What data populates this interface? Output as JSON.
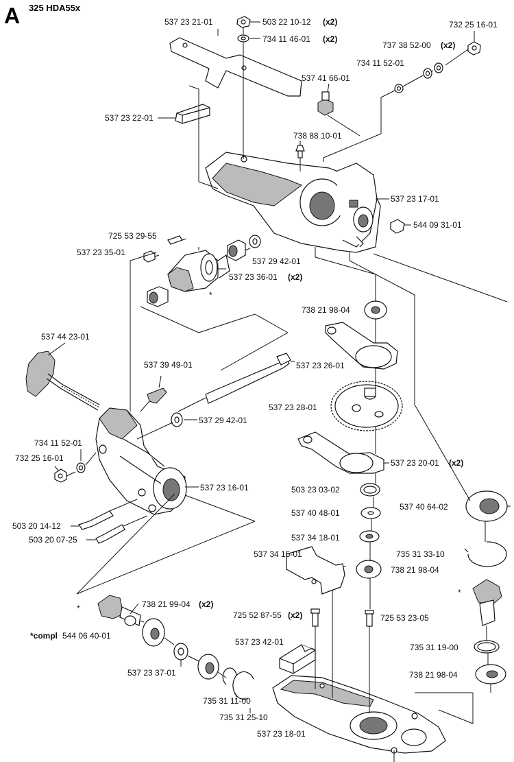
{
  "section": "A",
  "model": "325 HDA55x",
  "labels": {
    "p_537232101": "537 23 21-01",
    "p_503221012": "503 22 10-12",
    "p_503221012_qty": "(x2)",
    "p_734114601": "734 11 46-01",
    "p_734114601_qty": "(x2)",
    "p_732251601_top": "732 25 16-01",
    "p_737385200": "737 38 52-00",
    "p_737385200_qty": "(x2)",
    "p_734115201_top": "734 11 52-01",
    "p_537416601": "537 41 66-01",
    "p_537232201": "537 23 22-01",
    "p_738881001": "738 88 10-01",
    "p_537231701": "537 23 17-01",
    "p_544093101": "544 09 31-01",
    "p_725532955": "725 53 29-55",
    "p_537233501": "537 23 35-01",
    "p_537294201_a": "537 29 42-01",
    "p_537233601": "537 23 36-01",
    "p_537233601_qty": "(x2)",
    "p_738219804_a": "738 21 98-04",
    "p_537442301": "537 44 23-01",
    "p_537394901": "537 39 49-01",
    "p_537232601": "537 23 26-01",
    "p_537232801": "537 23 28-01",
    "p_537294201_b": "537 29 42-01",
    "p_734115201_mid": "734 11 52-01",
    "p_732251601_mid": "732 25 16-01",
    "p_537232001": "537 23 20-01",
    "p_537232001_qty": "(x2)",
    "p_537231601": "537 23 16-01",
    "p_503230302": "503 23 03-02",
    "p_537406402": "537 40 64-02",
    "p_537404801": "537 40 48-01",
    "p_503201412": "503 20 14-12",
    "p_503200725": "503 20 07-25",
    "p_537341801": "537 34 18-01",
    "p_735313310": "735 31 33-10",
    "p_537341501": "537 34 15-01",
    "p_738219804_b": "738 21 98-04",
    "star_right": "*",
    "star_left": "*",
    "star_bevel": "*",
    "p_738219904": "738 21 99-04",
    "p_738219904_qty": "(x2)",
    "p_725528755": "725 52 87-55",
    "p_725528755_qty": "(x2)",
    "p_725532305": "725 53 23-05",
    "compl_prefix": "*compl",
    "compl_num": "544 06 40-01",
    "p_537234201": "537 23 42-01",
    "p_735311900": "735 31 19-00",
    "p_537233701": "537 23 37-01",
    "p_738219804_c": "738 21 98-04",
    "p_735311100": "735 31 11-00",
    "p_735312510": "735 31 25-10",
    "p_537231801": "537 23 18-01"
  }
}
